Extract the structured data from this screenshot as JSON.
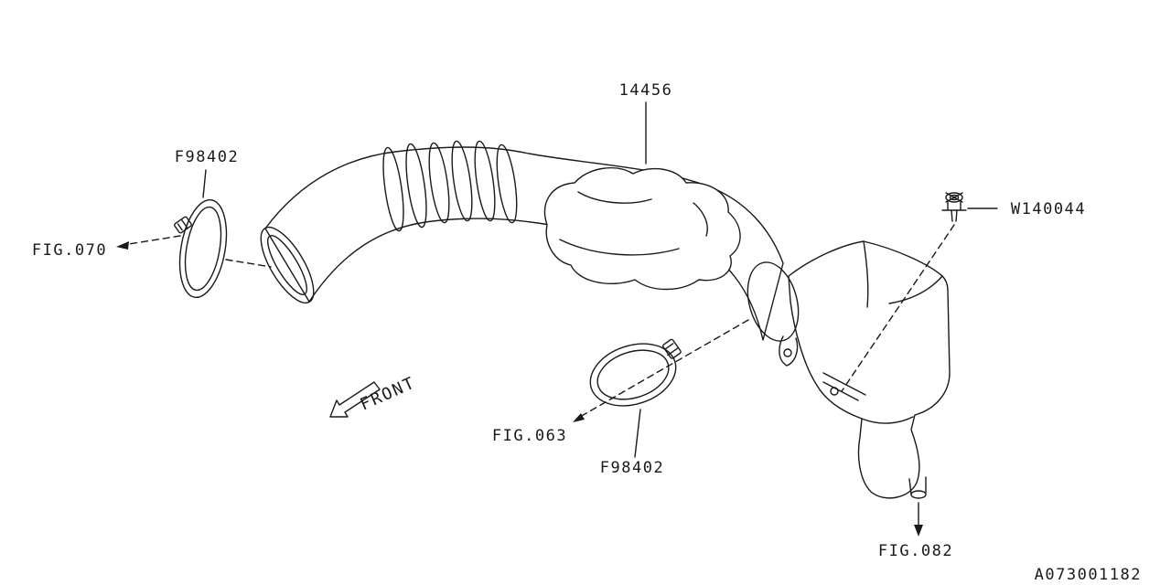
{
  "page": {
    "background": "#ffffff",
    "line_color": "#1a1a1a"
  },
  "diagram": {
    "code": "A073001182",
    "front_label": "FRONT"
  },
  "parts": {
    "duct": {
      "number": "14456"
    },
    "clamp_front": {
      "number": "F98402"
    },
    "clamp_rear": {
      "number": "F98402"
    },
    "clip": {
      "number": "W140044"
    }
  },
  "references": {
    "fig_070": "FIG.070",
    "fig_063": "FIG.063",
    "fig_082": "FIG.082"
  }
}
